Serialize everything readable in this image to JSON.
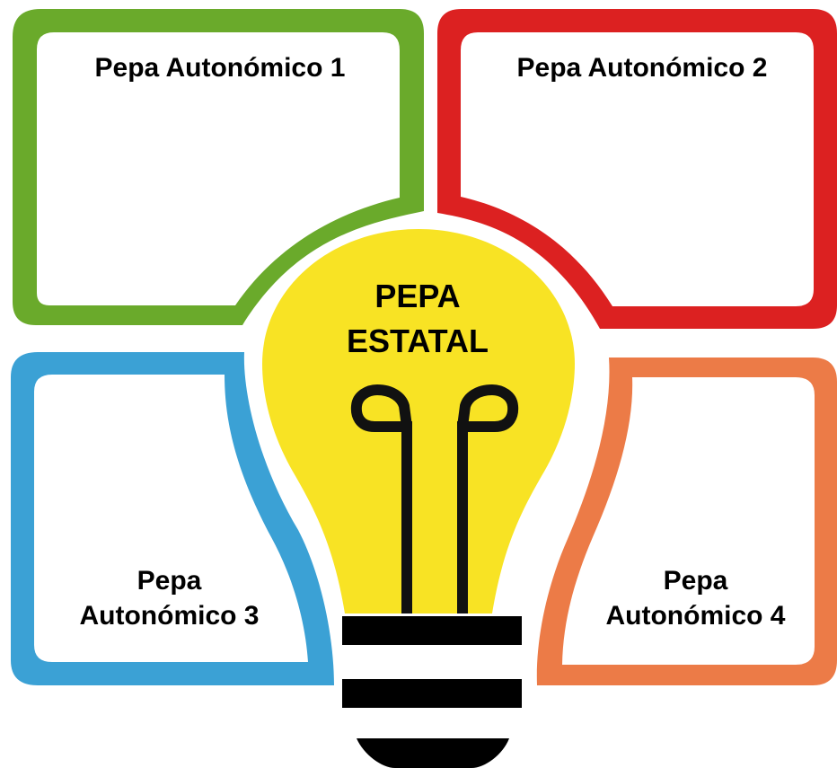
{
  "colors": {
    "quadrant_1": "#6aaa2b",
    "quadrant_2": "#dc2121",
    "quadrant_3": "#3ba1d5",
    "quadrant_4": "#ec7b47",
    "bulb": "#f8e324",
    "filament": "#111111",
    "base": "#000000"
  },
  "quadrants": [
    {
      "label": [
        "Pepa Autonómico 1"
      ]
    },
    {
      "label": [
        "Pepa Autonómico 2"
      ]
    },
    {
      "label": [
        "Pepa",
        "Autonómico 3"
      ]
    },
    {
      "label": [
        "Pepa",
        "Autonómico 4"
      ]
    }
  ],
  "center": {
    "label": [
      "PEPA",
      "ESTATAL"
    ],
    "icon": "lightbulb-icon"
  }
}
